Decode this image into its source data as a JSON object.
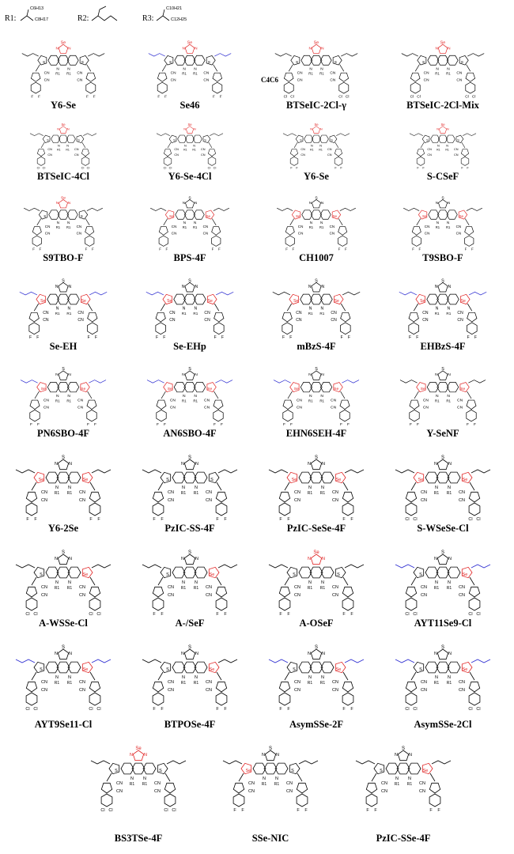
{
  "header": {
    "r1": "R1:",
    "r2": "R2:",
    "r3": "R3:",
    "r1_sub_a": "C6H13",
    "r1_sub_b": "C8H17",
    "r3_sub_a": "C10H21",
    "r3_sub_b": "C12H25"
  },
  "side_label": "C4C6",
  "atoms": {
    "s": "S",
    "n": "N",
    "se": "Se",
    "cn": "CN",
    "f": "F",
    "cl": "Cl",
    "r1": "R1",
    "r2": "R2",
    "r3": "R3"
  },
  "colors": {
    "selenium_red": "#e02020",
    "highlight_blue": "#2a2ad0",
    "bond_black": "#000000"
  },
  "molecules": [
    {
      "name": "Y6-Se",
      "se": "core",
      "halo": "F",
      "blue": false
    },
    {
      "name": "Se46",
      "se": "core",
      "halo": "F",
      "blue": true
    },
    {
      "name": "BTSeIC-2Cl-γ",
      "se": "core",
      "halo": "Cl",
      "blue": false
    },
    {
      "name": "BTSeIC-2Cl-Mix",
      "se": "core",
      "halo": "Cl",
      "blue": false
    },
    {
      "name": "BTSeIC-4Cl",
      "se": "core",
      "halo": "Cl",
      "blue": false
    },
    {
      "name": "Y6-Se-4Cl",
      "se": "core",
      "halo": "Cl",
      "blue": false
    },
    {
      "name": "Y6-Se",
      "se": "core",
      "halo": "F",
      "blue": false
    },
    {
      "name": "S-CSeF",
      "se": "core",
      "halo": "F",
      "blue": false
    },
    {
      "name": "S9TBO-F",
      "se": "core",
      "halo": "F",
      "blue": false
    },
    {
      "name": "BPS-4F",
      "se": "side",
      "halo": "F",
      "blue": false
    },
    {
      "name": "CH1007",
      "se": "side",
      "halo": "F",
      "blue": false
    },
    {
      "name": "T9SBO-F",
      "se": "side",
      "halo": "F",
      "blue": false
    },
    {
      "name": "Se-EH",
      "se": "side",
      "halo": "F",
      "blue": true
    },
    {
      "name": "Se-EHp",
      "se": "side",
      "halo": "F",
      "blue": true
    },
    {
      "name": "mBzS-4F",
      "se": "side",
      "halo": "F",
      "blue": false
    },
    {
      "name": "EHBzS-4F",
      "se": "side",
      "halo": "F",
      "blue": true
    },
    {
      "name": "PN6SBO-4F",
      "se": "side",
      "halo": "F",
      "blue": true
    },
    {
      "name": "AN6SBO-4F",
      "se": "side",
      "halo": "F",
      "blue": true
    },
    {
      "name": "EHN6SEH-4F",
      "se": "side",
      "halo": "F",
      "blue": true
    },
    {
      "name": "Y-SeNF",
      "se": "side",
      "halo": "F",
      "blue": false
    },
    {
      "name": "Y6-2Se",
      "se": "side",
      "halo": "F",
      "blue": false
    },
    {
      "name": "PzIC-SS-4F",
      "se": "none",
      "halo": "F",
      "blue": false
    },
    {
      "name": "PzIC-SeSe-4F",
      "se": "side",
      "halo": "F",
      "blue": false
    },
    {
      "name": "S-WSeSe-Cl",
      "se": "side",
      "halo": "Cl",
      "blue": false
    },
    {
      "name": "A-WSSe-Cl",
      "se": "right",
      "halo": "Cl",
      "blue": false
    },
    {
      "name": "A-/SeF",
      "se": "right",
      "halo": "F",
      "blue": false
    },
    {
      "name": "A-OSeF",
      "se": "core",
      "halo": "F",
      "blue": false
    },
    {
      "name": "AYT11Se9-Cl",
      "se": "right",
      "halo": "Cl",
      "blue": true
    },
    {
      "name": "AYT9Se11-Cl",
      "se": "right",
      "halo": "Cl",
      "blue": true
    },
    {
      "name": "BTPOSe-4F",
      "se": "right",
      "halo": "F",
      "blue": false
    },
    {
      "name": "AsymSSe-2F",
      "se": "right",
      "halo": "F",
      "blue": true
    },
    {
      "name": "AsymSSe-2Cl",
      "se": "right",
      "halo": "Cl",
      "blue": true
    },
    {
      "name": "BS3TSe-4F",
      "se": "core",
      "halo": "Cl",
      "blue": false
    },
    {
      "name": "SSe-NIC",
      "se": "left",
      "halo": "F",
      "blue": false
    },
    {
      "name": "PzIC-SSe-4F",
      "se": "right",
      "halo": "F",
      "blue": false
    }
  ]
}
